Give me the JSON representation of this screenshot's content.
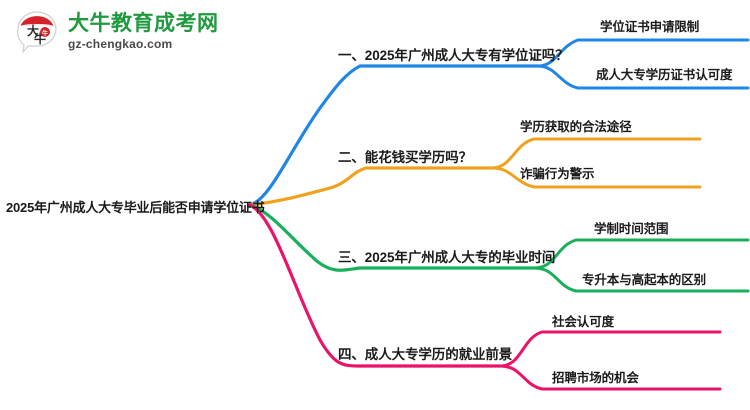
{
  "logo": {
    "mark_name": "daniu-speech-bubble-logo",
    "title": "大牛教育成考网",
    "domain": "gz-chengkao.com",
    "mark_text": "大牛",
    "brand_green": "#1f9a3e",
    "brand_red": "#d6232a"
  },
  "mindmap": {
    "root": {
      "label": "2025年广州成人大专毕业后能否申请学位证书"
    },
    "branches": [
      {
        "index": "1",
        "label": "一、2025年广州成人大专有学位证吗？",
        "color": "#1f86e8",
        "children": [
          {
            "label": "学位证书申请限制"
          },
          {
            "label": "成人大专学历证书认可度"
          }
        ]
      },
      {
        "index": "2",
        "label": "二、能花钱买学历吗？",
        "color": "#f0a120",
        "children": [
          {
            "label": "学历获取的合法途径"
          },
          {
            "label": "诈骗行为警示"
          }
        ]
      },
      {
        "index": "3",
        "label": "三、2025年广州成人大专的毕业时间",
        "color": "#18b05c",
        "children": [
          {
            "label": "学制时间范围"
          },
          {
            "label": "专升本与高起本的区别"
          }
        ]
      },
      {
        "index": "4",
        "label": "四、成人大专学历的就业前景",
        "color": "#ea1368",
        "children": [
          {
            "label": "社会认可度"
          },
          {
            "label": "招聘市场的机会"
          }
        ]
      }
    ]
  }
}
